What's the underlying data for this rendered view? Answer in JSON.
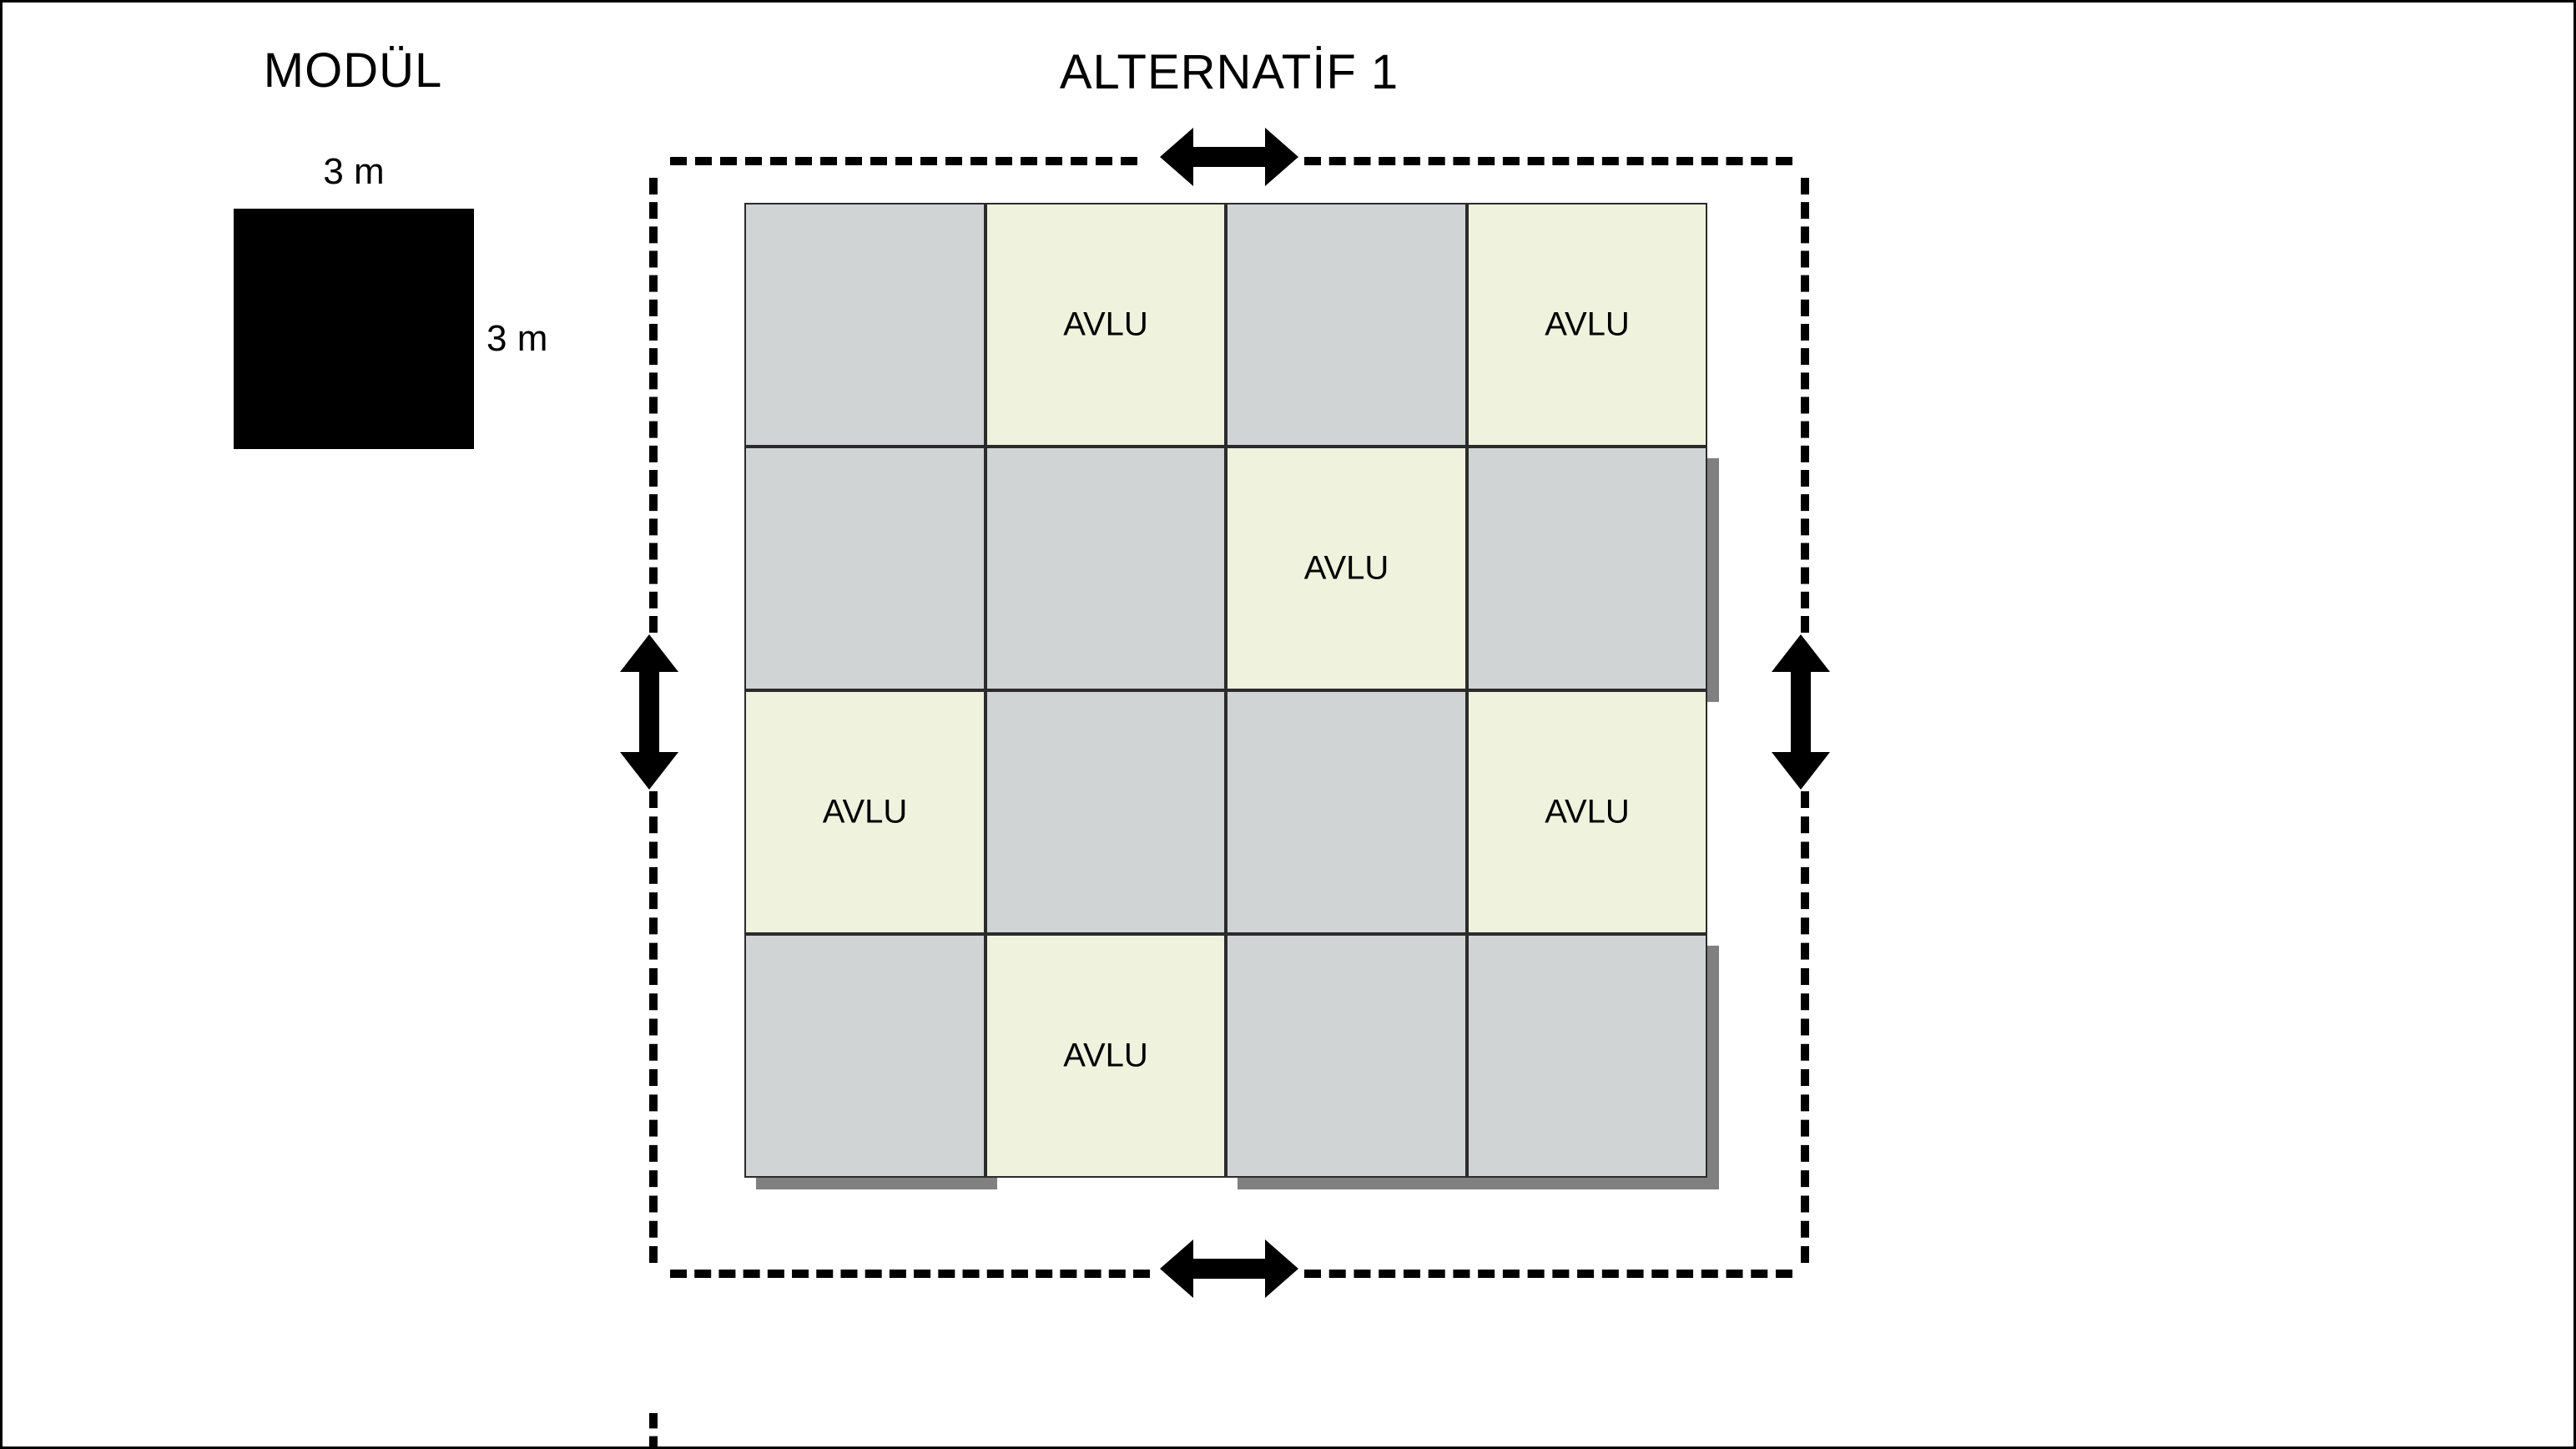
{
  "figure": {
    "module_title": "MODÜL",
    "alternative_title": "ALTERNATİF 1",
    "module_width_label": "3 m",
    "module_height_label": "3 m",
    "courtyard_label": "AVLU"
  },
  "legend": {
    "module_swatch_color": "#000000",
    "module_swatch_name": "module-swatch"
  },
  "colors": {
    "built_module": "#d0d4d5",
    "courtyard": "#eff3dd",
    "shadow": "#808080",
    "outline": "#2b2b2b",
    "boundary_dash": "#000000"
  },
  "grid": {
    "rows": 4,
    "cols": 4,
    "cells": [
      [
        {
          "type": "built",
          "label": ""
        },
        {
          "type": "courtyard",
          "label": "AVLU"
        },
        {
          "type": "built",
          "label": ""
        },
        {
          "type": "courtyard",
          "label": "AVLU"
        }
      ],
      [
        {
          "type": "built",
          "label": ""
        },
        {
          "type": "built",
          "label": ""
        },
        {
          "type": "courtyard",
          "label": "AVLU"
        },
        {
          "type": "built",
          "label": ""
        }
      ],
      [
        {
          "type": "courtyard",
          "label": "AVLU"
        },
        {
          "type": "built",
          "label": ""
        },
        {
          "type": "built",
          "label": ""
        },
        {
          "type": "courtyard",
          "label": "AVLU"
        }
      ],
      [
        {
          "type": "built",
          "label": ""
        },
        {
          "type": "courtyard",
          "label": "AVLU"
        },
        {
          "type": "built",
          "label": ""
        },
        {
          "type": "built",
          "label": ""
        }
      ]
    ]
  },
  "annotations": {
    "arrows": [
      {
        "name": "arrow-top",
        "direction": "horizontal"
      },
      {
        "name": "arrow-bottom",
        "direction": "horizontal"
      },
      {
        "name": "arrow-left",
        "direction": "vertical"
      },
      {
        "name": "arrow-right",
        "direction": "vertical"
      }
    ]
  }
}
